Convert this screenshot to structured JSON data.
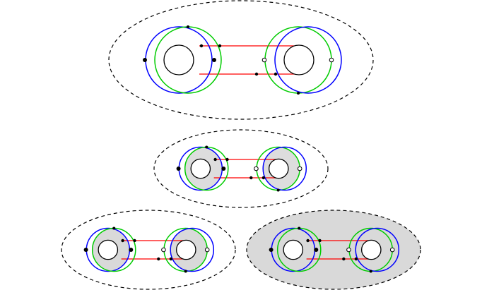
{
  "colors": {
    "background": "#ffffff",
    "outline": "#000000",
    "blue": "#0000ff",
    "green": "#00cc00",
    "red": "#ff0000",
    "shade": "#d9d9d9"
  },
  "diagram": {
    "panels": [
      {
        "name": "top",
        "shaded_regions": []
      },
      {
        "name": "middle",
        "shaded_regions": [
          "blue-green-lens-left",
          "blue-green-lens-right"
        ]
      },
      {
        "name": "bottom-left",
        "shaded_regions": [
          "green-inner-left",
          "blue-inner-right"
        ]
      },
      {
        "name": "bottom-right",
        "shaded_regions": [
          "outer-region"
        ]
      }
    ]
  }
}
